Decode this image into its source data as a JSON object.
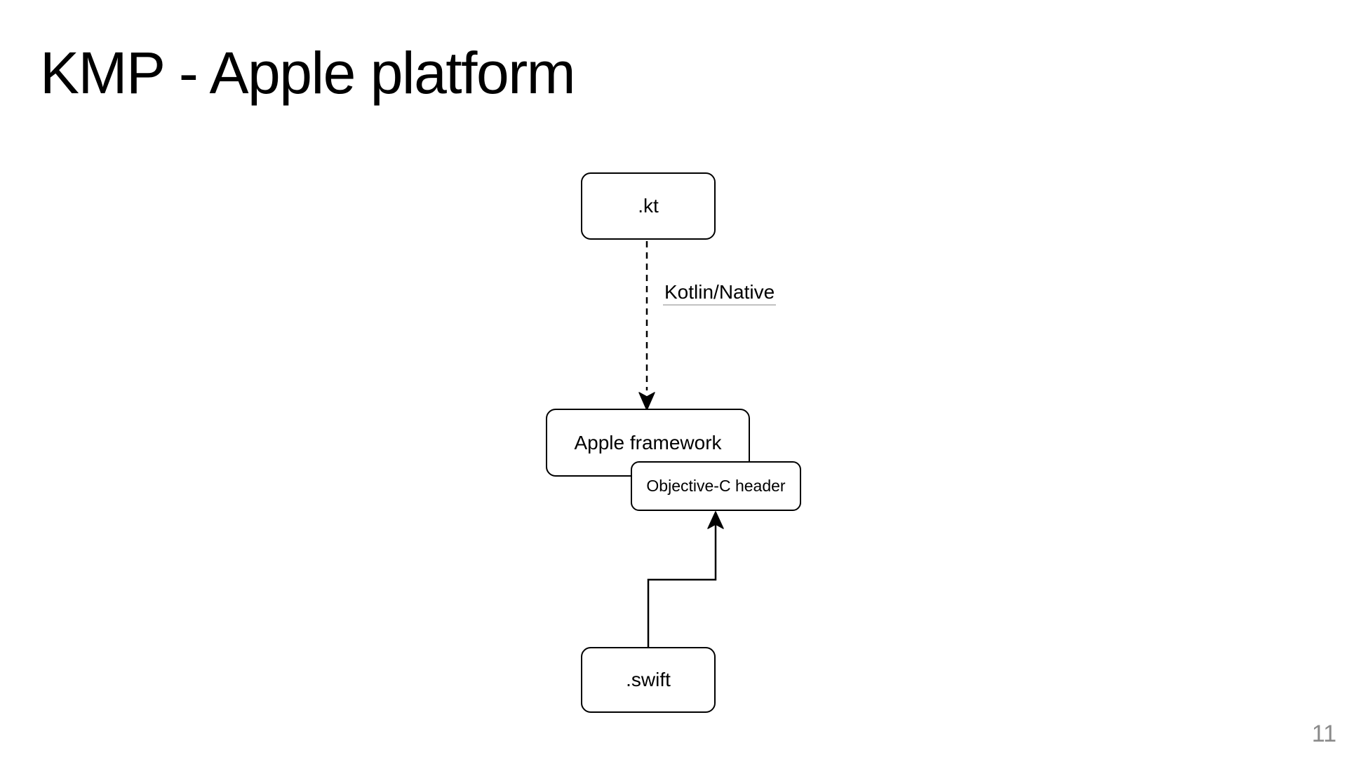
{
  "slide": {
    "title": "KMP - Apple platform",
    "page_number": "11"
  },
  "diagram": {
    "nodes": [
      {
        "id": "kt",
        "label": ".kt"
      },
      {
        "id": "apple-framework",
        "label": "Apple framework"
      },
      {
        "id": "objc-header",
        "label": "Objective-C header"
      },
      {
        "id": "swift",
        "label": ".swift"
      }
    ],
    "edges": [
      {
        "from": "kt",
        "to": "apple-framework",
        "style": "dashed-arrow-down",
        "label": "Kotlin/Native"
      },
      {
        "from": "swift",
        "to": "objc-header",
        "style": "solid-elbow-arrow-up",
        "label": ""
      }
    ]
  },
  "colors": {
    "background": "#ffffff",
    "stroke": "#000000",
    "node_fill": "#ffffff",
    "text": "#000000",
    "link_underline": "#c2c2c2",
    "page_number": "#8a8a8a"
  }
}
